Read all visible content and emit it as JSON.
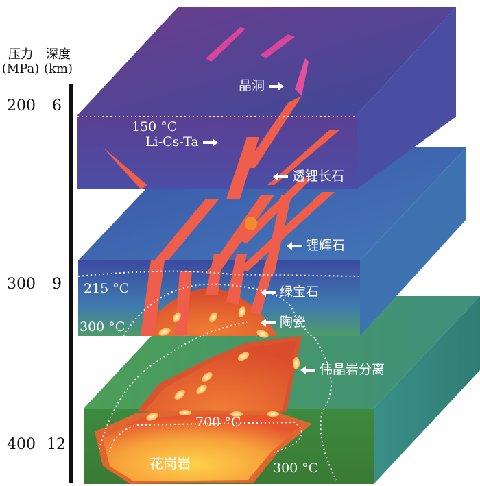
{
  "header": {
    "pressure_label": "压力",
    "pressure_unit": "(MPa)",
    "depth_label": "深度",
    "depth_unit": "(km)"
  },
  "scale": [
    {
      "pressure": "200",
      "depth": "6"
    },
    {
      "pressure": "300",
      "depth": "9"
    },
    {
      "pressure": "400",
      "depth": "12"
    }
  ],
  "labels": {
    "miarolitic": "晶洞",
    "li_cs_ta": "Li-Cs-Ta",
    "petalite": "透锂长石",
    "spodumene": "锂辉石",
    "beryl": "绿宝石",
    "ceramic": "陶瓷",
    "pegmatite_separation": "伟晶岩分离",
    "granite": "花岗岩"
  },
  "temperatures": {
    "t150": "150 °C",
    "t215": "215 °C",
    "t300_upper": "300 °C",
    "t700": "700 °C",
    "t300_lower": "300 °C"
  },
  "colors": {
    "top_slab": "#5a3f8c",
    "mid_slab": "#3e6fb0",
    "bottom_slab": "#3f8f4a",
    "dike": "#ef5e4a",
    "melt": "#f7a636"
  }
}
